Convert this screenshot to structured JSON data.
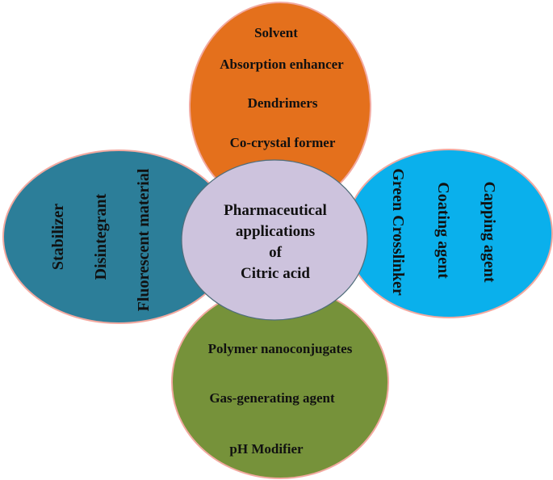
{
  "diagram": {
    "title": "Pharmaceutical applications of Citric acid",
    "center": {
      "lines": [
        "Pharmaceutical",
        "applications",
        "of",
        "Citric acid"
      ],
      "color": "#cdc3dd"
    },
    "petals": {
      "top": {
        "color": "#e4701c",
        "items": [
          "Solvent",
          "Absorption enhancer",
          "Dendrimers",
          "Co-crystal former"
        ]
      },
      "left": {
        "color": "#2c7e99",
        "items": [
          "Stabilizer",
          "Disintegrant",
          "Fluorescent material"
        ]
      },
      "right": {
        "color": "#0ab0ec",
        "items": [
          "Capping agent",
          "Coating agent",
          "Green Crosslinker"
        ]
      },
      "bottom": {
        "color": "#76923a",
        "items": [
          "Polymer nanoconjugates",
          "Gas-generating agent",
          "pH Modifier"
        ]
      }
    },
    "outline_color": "#f2a9a0"
  }
}
